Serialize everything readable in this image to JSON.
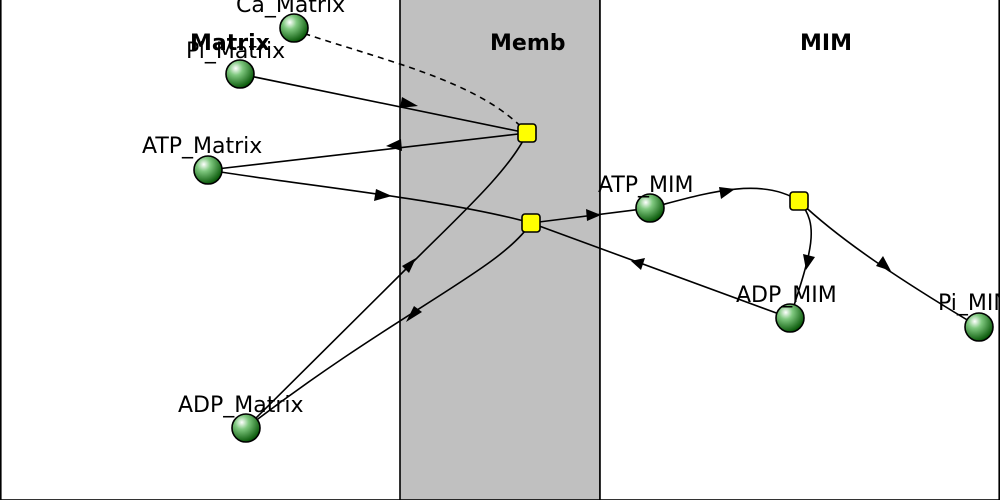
{
  "compartments": [
    {
      "id": "matrix",
      "label": "Matrix",
      "fill": "#ffffff"
    },
    {
      "id": "memb",
      "label": "Memb",
      "fill": "#c0c0c0"
    },
    {
      "id": "mim",
      "label": "MIM",
      "fill": "#ffffff"
    }
  ],
  "species": [
    {
      "id": "ca_matrix",
      "label": "Ca_Matrix"
    },
    {
      "id": "pi_matrix",
      "label": "Pi_Matrix"
    },
    {
      "id": "atp_matrix",
      "label": "ATP_Matrix"
    },
    {
      "id": "adp_matrix",
      "label": "ADP_Matrix"
    },
    {
      "id": "atp_mim",
      "label": "ATP_MIM"
    },
    {
      "id": "adp_mim",
      "label": "ADP_MIM"
    },
    {
      "id": "pi_mim",
      "label": "Pi_MIM"
    }
  ],
  "colors": {
    "species_fill": "#1e7a1e",
    "reaction_fill": "#ffff00",
    "membrane_fill": "#c0c0c0"
  }
}
